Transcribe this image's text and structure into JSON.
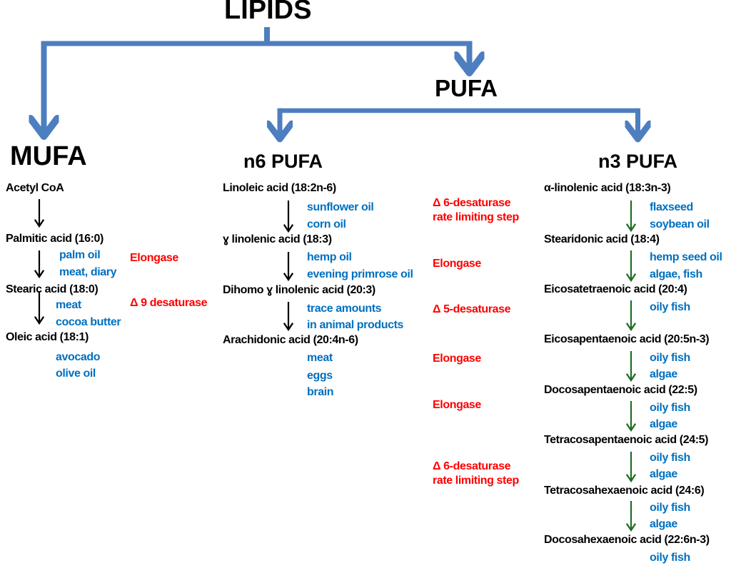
{
  "headers": {
    "lipids": "LIPIDS",
    "mufa": "MUFA",
    "pufa": "PUFA",
    "n6": "n6 PUFA",
    "n3": "n3 PUFA"
  },
  "colors": {
    "arrow_blue": "#4D7EBF",
    "source_blue": "#0070C0",
    "enzyme_red": "#FF0000",
    "arrow_green": "#1F6D24",
    "node_black": "#000000"
  },
  "mufa": {
    "nodes": [
      "Acetyl CoA",
      "Palmitic acid (16:0)",
      "Stearic acid (18:0)",
      "Oleic acid (18:1)"
    ],
    "sources": [
      "palm oil",
      "meat, diary",
      "meat",
      "cocoa butter",
      "avocado",
      "olive oil"
    ],
    "enzymes": [
      "Elongase",
      "Δ 9 desaturase"
    ]
  },
  "n6": {
    "nodes": [
      "Linoleic acid (18:2n-6)",
      "ɣ linolenic acid (18:3)",
      "Dihomo ɣ linolenic acid (20:3)",
      "Arachidonic acid (20:4n-6)"
    ],
    "sources": [
      "sunflower oil",
      "corn oil",
      "hemp oil",
      "evening primrose oil",
      "trace amounts",
      "in animal products",
      "meat",
      "eggs",
      "brain"
    ]
  },
  "enzymes": [
    "Δ 6-desaturase",
    "rate limiting step",
    "Elongase",
    "Δ 5-desaturase",
    "Elongase",
    "Elongase",
    "Δ 6-desaturase",
    "rate limiting step"
  ],
  "n3": {
    "nodes": [
      "α-linolenic acid (18:3n-3)",
      "Stearidonic acid (18:4)",
      "Eicosatetraenoic acid (20:4)",
      "Eicosapentaenoic acid (20:5n-3)",
      "Docosapentaenoic acid (22:5)",
      "Tetracosapentaenoic acid (24:5)",
      "Tetracosahexaenoic acid (24:6)",
      "Docosahexaenoic acid (22:6n-3)"
    ],
    "sources": [
      "flaxseed",
      "soybean oil",
      "hemp seed oil",
      "algae, fish",
      "oily fish",
      "oily fish",
      "algae",
      "oily fish",
      "algae",
      "oily fish",
      "algae",
      "oily fish",
      "algae",
      "oily fish"
    ]
  }
}
